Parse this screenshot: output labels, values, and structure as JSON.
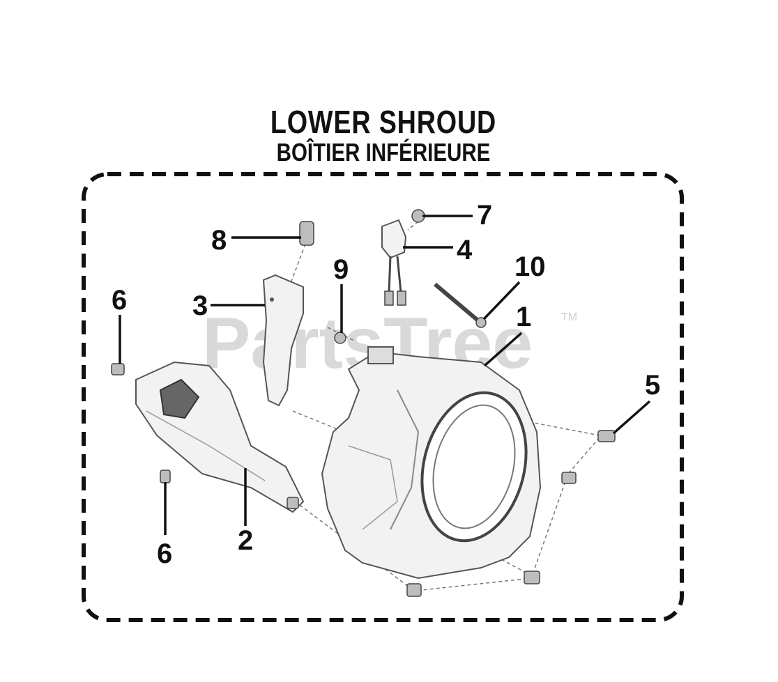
{
  "header": {
    "title": "LOWER SHROUD",
    "subtitle": "BOÎTIER INFÉRIEURE"
  },
  "watermark": {
    "text": "PartsTree",
    "trademark": "TM"
  },
  "callouts": [
    {
      "id": "c1",
      "label": "1"
    },
    {
      "id": "c2",
      "label": "2"
    },
    {
      "id": "c3",
      "label": "3"
    },
    {
      "id": "c4",
      "label": "4"
    },
    {
      "id": "c5",
      "label": "5"
    },
    {
      "id": "c6a",
      "label": "6"
    },
    {
      "id": "c6b",
      "label": "6"
    },
    {
      "id": "c7",
      "label": "7"
    },
    {
      "id": "c8",
      "label": "8"
    },
    {
      "id": "c9",
      "label": "9"
    },
    {
      "id": "c10",
      "label": "10"
    }
  ],
  "colors": {
    "ink": "#111111",
    "watermark": "#d9d9d9",
    "part_fill": "#f2f2f2",
    "part_stroke": "#555555"
  }
}
